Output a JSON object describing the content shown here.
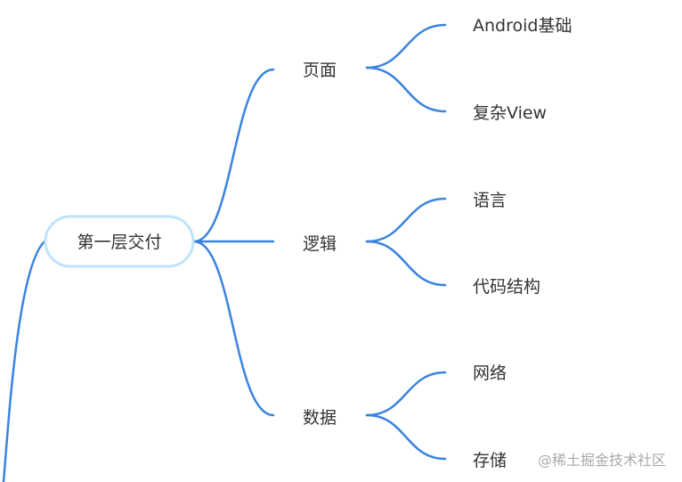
{
  "mindmap": {
    "root": {
      "label": "第一层交付"
    },
    "branches": [
      {
        "label": "页面",
        "children": [
          {
            "label": "Android基础"
          },
          {
            "label": "复杂View"
          }
        ]
      },
      {
        "label": "逻辑",
        "children": [
          {
            "label": "语言"
          },
          {
            "label": "代码结构"
          }
        ]
      },
      {
        "label": "数据",
        "children": [
          {
            "label": "网络"
          },
          {
            "label": "存储"
          }
        ]
      }
    ]
  },
  "watermark": {
    "text": "@稀土掘金技术社区"
  },
  "colors": {
    "edge": "#3a84e0",
    "root_border": "#bfe3fb",
    "text": "#333333",
    "watermark": "#a9a9a9",
    "background": "#ffffff"
  }
}
